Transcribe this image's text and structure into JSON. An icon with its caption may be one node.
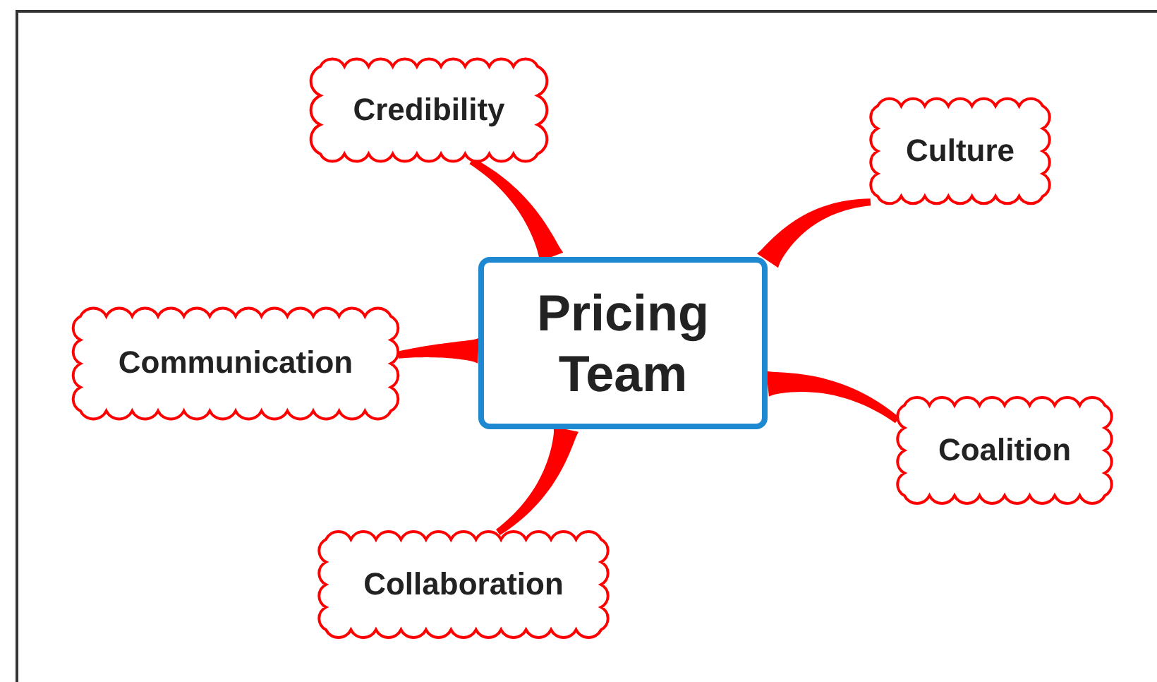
{
  "diagram": {
    "nodes": [
      {
        "text": [
          "Credibility"
        ]
      },
      {
        "text": [
          "Culture"
        ]
      },
      {
        "text": [
          "Pricing Team"
        ]
      },
      {
        "text": [
          "Communication"
        ]
      },
      {
        "text": [
          "Coalition"
        ]
      },
      {
        "text": [
          "Collaboration"
        ]
      }
    ],
    "edges": [
      {
        "from": 2,
        "to": 0,
        "arrow": "none",
        "style": "thick",
        "color": "#ff0000"
      },
      {
        "from": 2,
        "to": 1,
        "arrow": "none",
        "style": "thick",
        "color": "#ff0000"
      },
      {
        "from": 2,
        "to": 3,
        "arrow": "none",
        "style": "thick",
        "color": "#ff0000"
      },
      {
        "from": 2,
        "to": 4,
        "arrow": "none",
        "style": "thick",
        "color": "#ff0000"
      },
      {
        "from": 2,
        "to": 5,
        "arrow": "none",
        "style": "thick",
        "color": "#ff0000"
      }
    ]
  }
}
